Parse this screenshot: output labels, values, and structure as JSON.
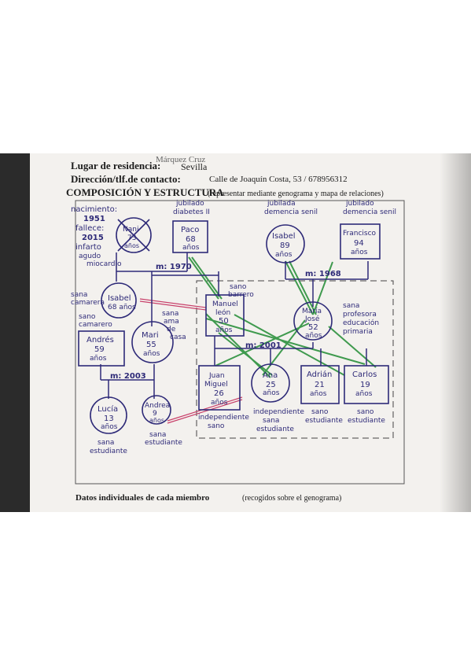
{
  "header": {
    "cut_text": "Márquez Cruz",
    "residence_label": "Lugar de residencia:",
    "residence_value": "Sevilla",
    "address_label": "Dirección/tlf.de contacto:",
    "address_value": "Calle de Joaquín Costa, 53 / 678956312"
  },
  "section": {
    "title": "COMPOSICIÓN Y ESTRUCTURA",
    "subtitle": "(representar mediante genograma y mapa de relaciones)"
  },
  "footer": {
    "label": "Datos individuales de cada miembro",
    "note": "(recogidos sobre el genograma)"
  },
  "genogram": {
    "nani": {
      "lines": [
        "nacimiento:",
        "1951",
        "fallece:",
        "2015",
        "infarto",
        "agudo",
        "miocardio"
      ],
      "name": "Nani",
      "age": "73",
      "unit": "años"
    },
    "paco": {
      "note": [
        "jubilado",
        "diabetes II"
      ],
      "name": "Paco",
      "age": "68",
      "unit": "años"
    },
    "isabel_top": {
      "note": [
        "jubilada",
        "demencia senil"
      ],
      "name": "Isabel",
      "age": "89",
      "unit": "años"
    },
    "francisco": {
      "note": [
        "jubilado",
        "demencia senil"
      ],
      "name": "Francisco",
      "age": "94",
      "unit": "años"
    },
    "marriage_left": "m: 1970",
    "marriage_right": "m: 1968",
    "isabel_mid": {
      "note": [
        "sana",
        "camarera"
      ],
      "name": "Isabel",
      "age": "68 años"
    },
    "manuel": {
      "note": [
        "sano",
        "barrero"
      ],
      "name": "Manuel",
      "name2": "león",
      "age": "50",
      "unit": "años"
    },
    "maria": {
      "name": "María",
      "name2": "José",
      "age": "52",
      "unit": "años",
      "note": [
        "sana",
        "profesora",
        "educación",
        "primaria"
      ]
    },
    "andres": {
      "note": [
        "sano",
        "camarero"
      ],
      "name": "Andrés",
      "age": "59",
      "unit": "años"
    },
    "mari": {
      "note": [
        "sana",
        "ama",
        "de",
        "casa"
      ],
      "name": "Mari",
      "age": "55",
      "unit": "años"
    },
    "marriage_2001": "m: 2001",
    "marriage_2003": "m: 2003",
    "juan": {
      "name": "Juan",
      "name2": "Miguel",
      "age": "26",
      "unit": "años",
      "note": [
        "independiente",
        "sano"
      ]
    },
    "ana": {
      "name": "Ana",
      "age": "25",
      "unit": "años",
      "note": [
        "independiente",
        "sana",
        "estudiante"
      ]
    },
    "adrian": {
      "name": "Adrián",
      "age": "21",
      "unit": "años",
      "note": [
        "sano",
        "estudiante"
      ]
    },
    "carlos": {
      "name": "Carlos",
      "age": "19",
      "unit": "años",
      "note": [
        "sano",
        "estudiante"
      ]
    },
    "lucia": {
      "name": "Lucía",
      "age": "13",
      "unit": "años",
      "note": [
        "sana",
        "estudiante"
      ]
    },
    "andrea": {
      "name": "Andrea",
      "age": "9",
      "unit": "años",
      "note": [
        "sana",
        "estudiante"
      ]
    }
  },
  "colors": {
    "ink": "#2e2a78",
    "green": "#3f9a4e",
    "pink": "#c8406a",
    "paper": "#f3f1ee"
  }
}
